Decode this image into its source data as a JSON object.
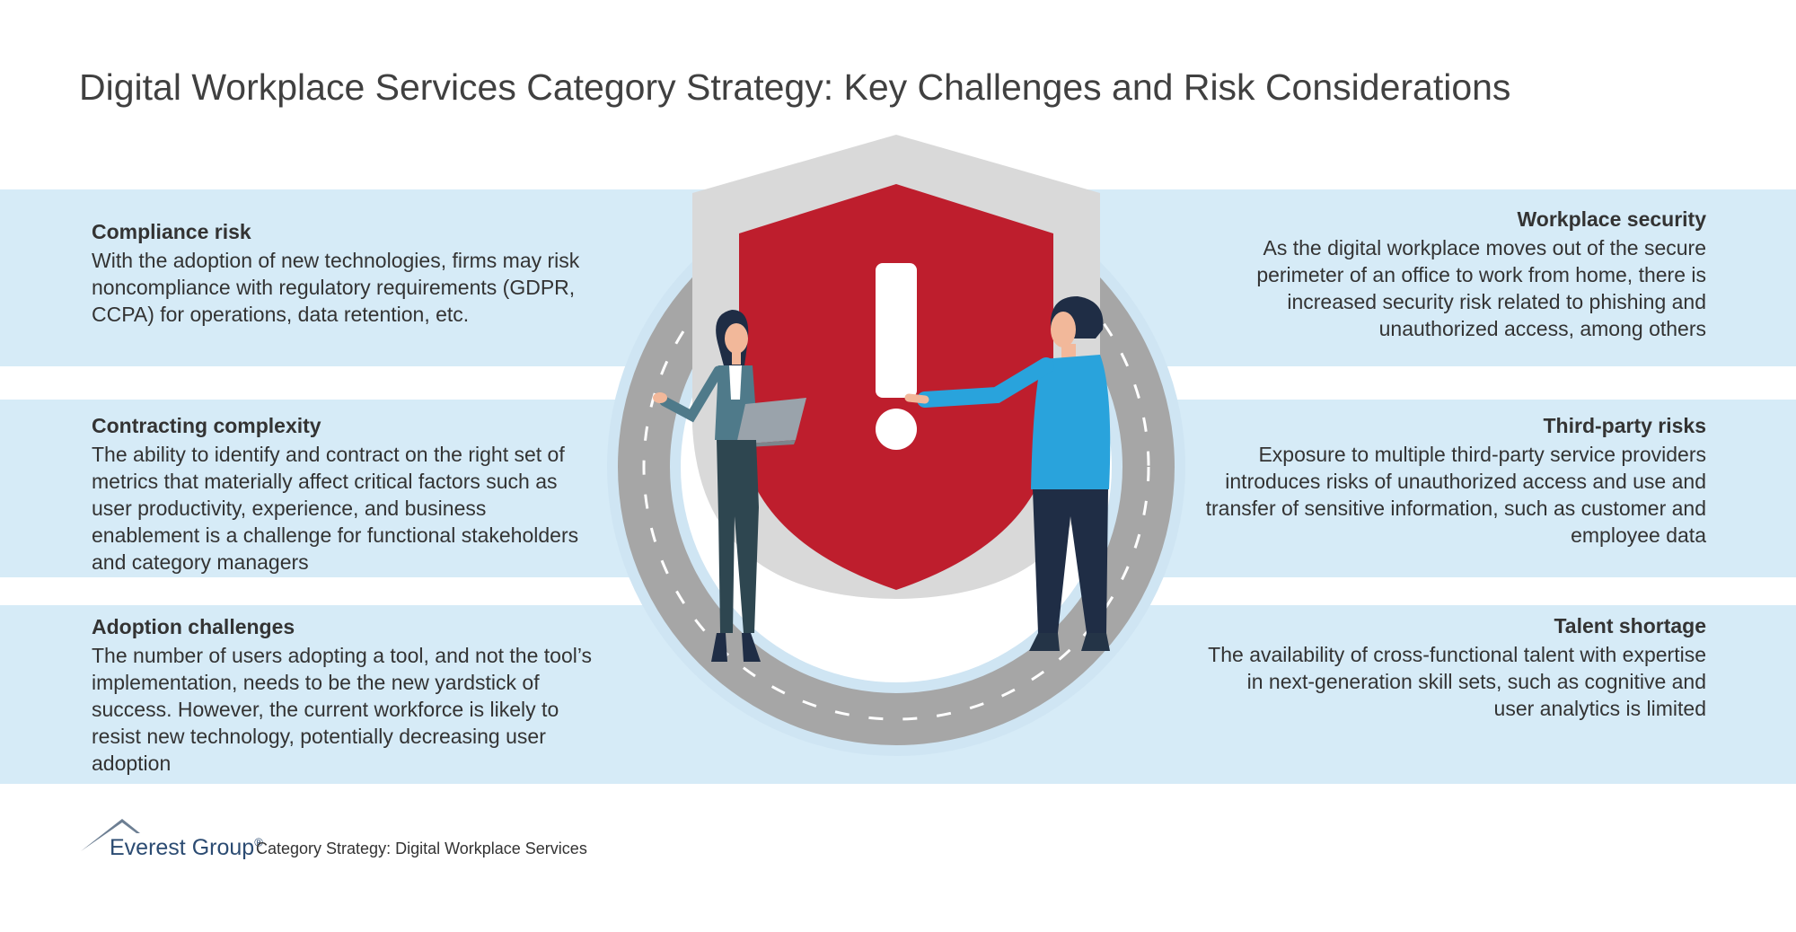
{
  "title": "Digital Workplace Services Category Strategy: Key Challenges and Risk Considerations",
  "left_items": [
    {
      "heading": "Compliance risk",
      "body": "With the adoption of new technologies, firms may risk noncompliance with regulatory requirements (GDPR, CCPA) for operations, data retention, etc."
    },
    {
      "heading": "Contracting complexity",
      "body": "The ability to identify and contract on the right set of metrics that materially affect critical factors such as user productivity, experience, and business enablement is a challenge for functional stakeholders and category managers"
    },
    {
      "heading": "Adoption challenges",
      "body": "The number of users adopting a tool, and not the tool’s implementation, needs to be the new yardstick of success. However, the current workforce is likely to resist new technology, potentially decreasing user adoption"
    }
  ],
  "right_items": [
    {
      "heading": "Workplace security",
      "body": "As the digital workplace moves out of the secure perimeter of an office to work from home, there is increased security risk related to phishing and unauthorized access, among others"
    },
    {
      "heading": "Third-party risks",
      "body": "Exposure to multiple third-party service providers introduces risks of unauthorized access and use and transfer of sensitive information, such as customer and employee data"
    },
    {
      "heading": "Talent shortage",
      "body": "The availability of cross-functional talent with expertise in next-generation skill sets, such as cognitive and user analytics is limited"
    }
  ],
  "footer": {
    "brand": "Everest Group",
    "registered": "®",
    "caption": "Category Strategy: Digital Workplace Services"
  },
  "colors": {
    "band": "#d6ebf7",
    "shield_outer": "#d9d9d9",
    "shield_inner": "#be1e2d",
    "road": "#a6a6a6",
    "brand": "#2b4b72"
  },
  "icons": {
    "center": "shield-exclamation-icon",
    "logo": "mountain-peak-icon"
  }
}
